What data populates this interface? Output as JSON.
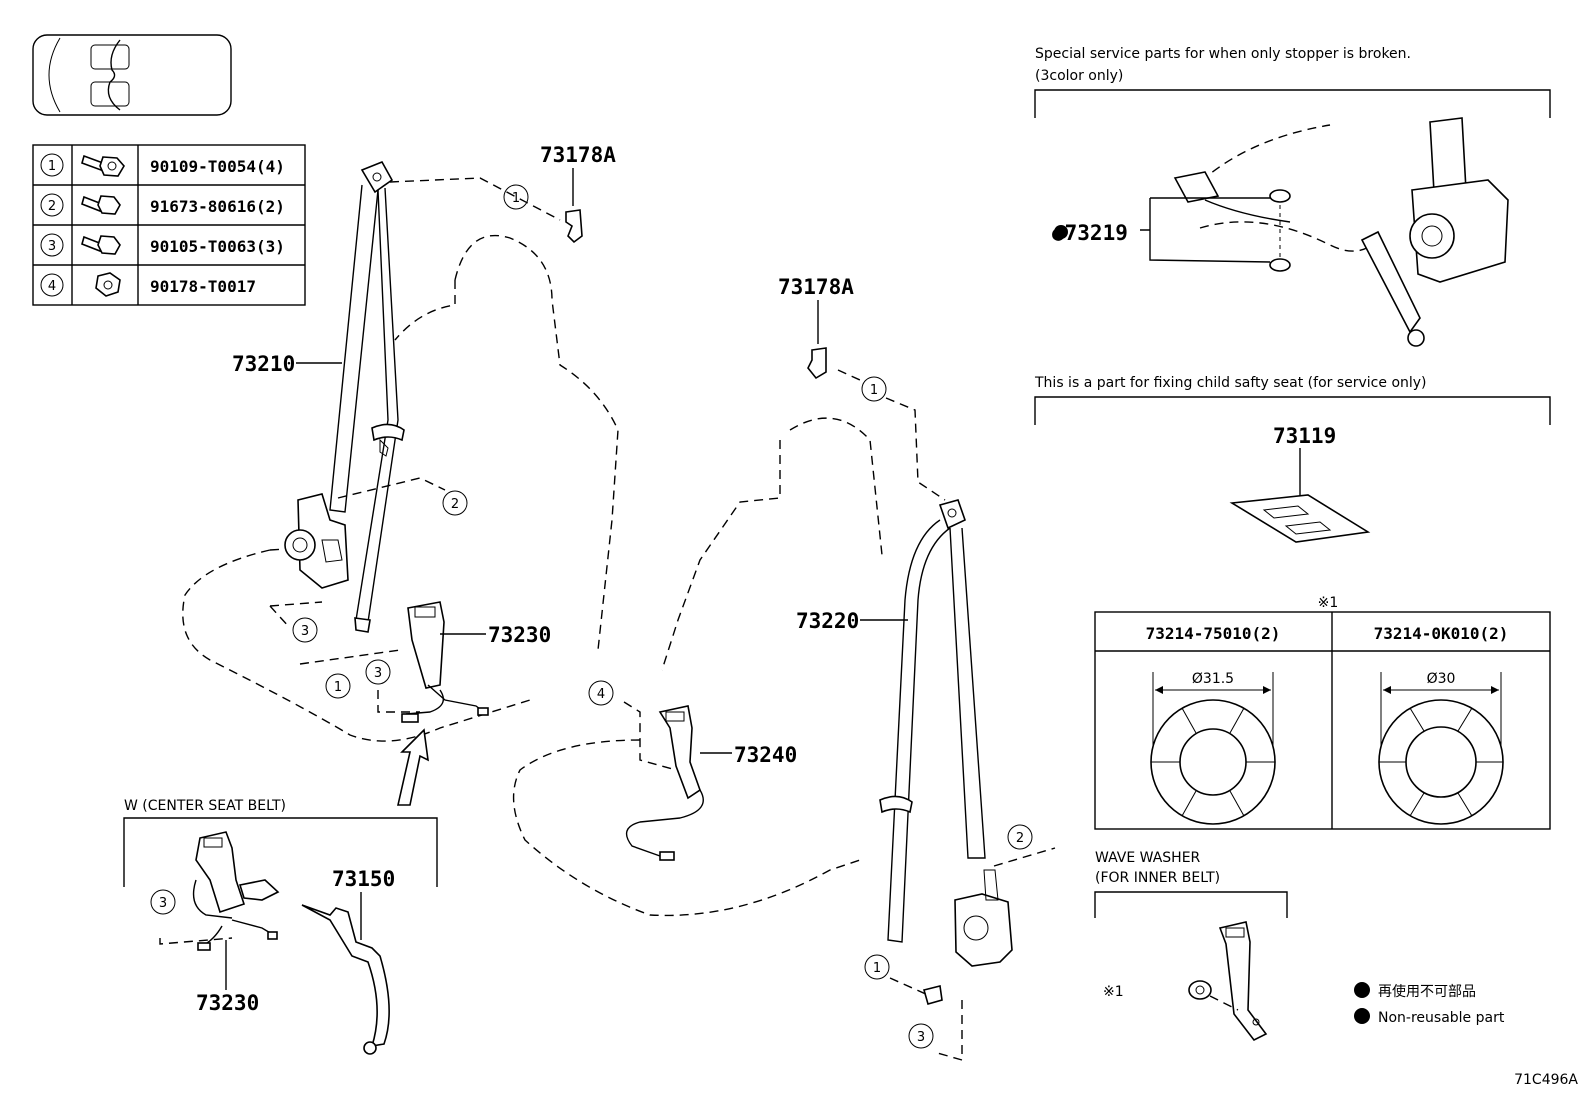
{
  "fastener_table": [
    {
      "num": "1",
      "icon": "flange-bolt-icon",
      "part": "90109-T0054(4)"
    },
    {
      "num": "2",
      "icon": "bolt-icon",
      "part": "91673-80616(2)"
    },
    {
      "num": "3",
      "icon": "bolt-icon",
      "part": "90105-T0063(3)"
    },
    {
      "num": "4",
      "icon": "nut-icon",
      "part": "90178-T0017"
    }
  ],
  "parts": {
    "p73178a_left": "73178A",
    "p73178a_right": "73178A",
    "p73210": "73210",
    "p73230": "73230",
    "p73240": "73240",
    "p73220": "73220",
    "p73150": "73150",
    "p73230_center": "73230",
    "p73219": "●73219",
    "p73119": "73119"
  },
  "callouts": {
    "c1_top": "1",
    "c2_left": "2",
    "c3_left": "3",
    "c1_left": "1",
    "c3_mid": "3",
    "c1_right_top": "1",
    "c4": "4",
    "c2_right": "2",
    "c1_right_low": "1",
    "c3_right_low": "3",
    "c3_center": "3"
  },
  "notes": {
    "stopper_line1": "Special service parts for when only stopper is broken.",
    "stopper_line2": "(3color only)",
    "child_seat": "This is a part for fixing child safty seat (for service only)",
    "center_belt": "W (CENTER SEAT BELT)",
    "wave_washer_line1": "WAVE WASHER",
    "wave_washer_line2": "(FOR INNER BELT)",
    "ref_mark": "※1",
    "ref_mark_table": "※1",
    "nonreuse_jp": "再使用不可部品",
    "nonreuse_en": "Non-reusable part",
    "figure_code": "71C496A"
  },
  "washer_table": {
    "col1_part": "73214-75010(2)",
    "col1_dia": "Ø31.5",
    "col2_part": "73214-0K010(2)",
    "col2_dia": "Ø30"
  }
}
